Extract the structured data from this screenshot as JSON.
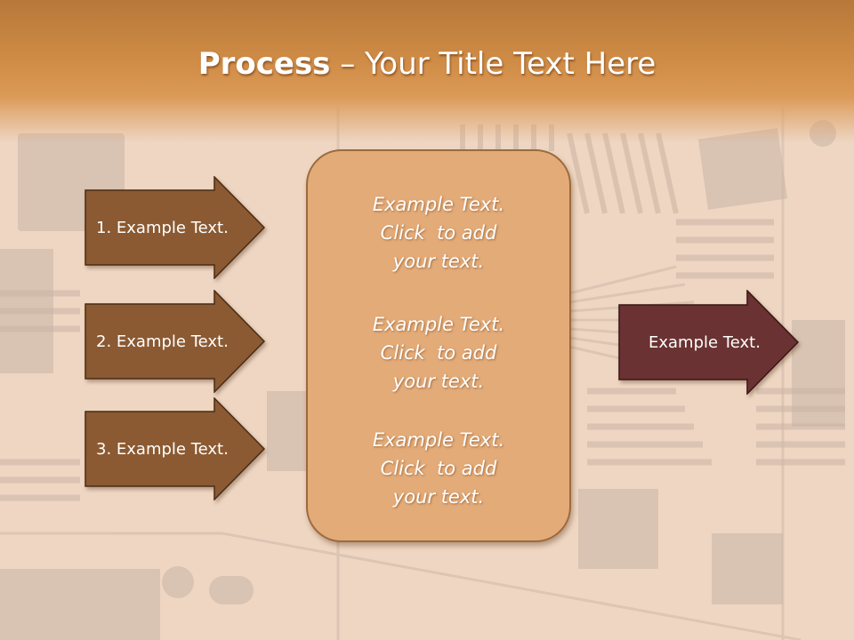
{
  "title": {
    "bold": "Process",
    "rest": " – Your Title Text Here"
  },
  "steps": [
    {
      "label": "1. Example Text."
    },
    {
      "label": "2. Example Text."
    },
    {
      "label": "3. Example Text."
    }
  ],
  "center_blocks": [
    {
      "lines": [
        "Example Text.",
        "Click  to add",
        "your text."
      ]
    },
    {
      "lines": [
        "Example Text.",
        "Click  to add",
        "your text."
      ]
    },
    {
      "lines": [
        "Example Text.",
        "Click  to add",
        "your text."
      ]
    }
  ],
  "output": {
    "label": "Example Text."
  },
  "colors": {
    "header": "#d08d47",
    "step_arrow": "#8b5a32",
    "center_box": "#e3ab78",
    "output_arrow": "#6a3232"
  }
}
